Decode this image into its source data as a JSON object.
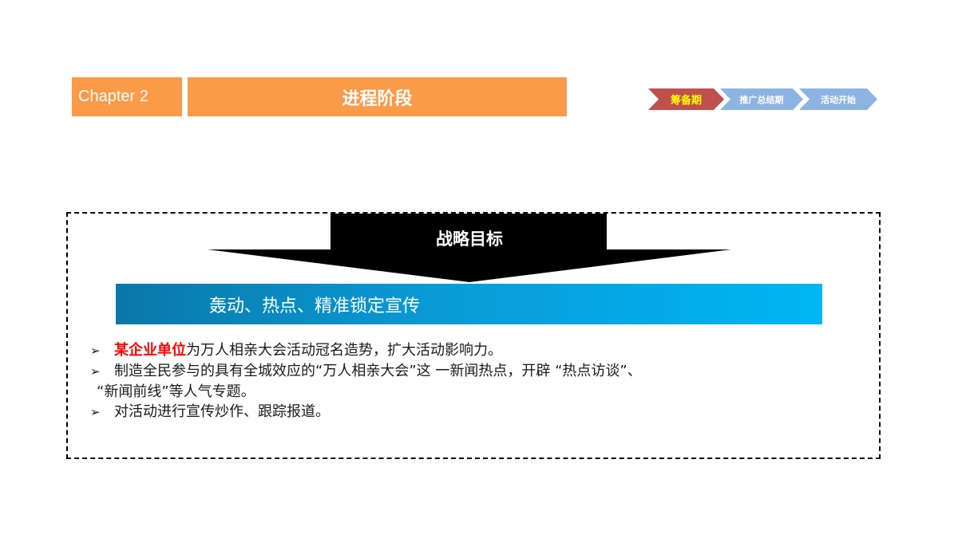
{
  "header": {
    "chapter_label": "Chapter 2",
    "title": "进程阶段",
    "colors": {
      "header_bg": "#fb9a48"
    }
  },
  "stepper": {
    "steps": [
      {
        "label": "筹备期",
        "state": "active",
        "color": "#c0504d"
      },
      {
        "label": "推广总结期",
        "state": "inactive",
        "color": "#8db3e2"
      },
      {
        "label": "活动开始",
        "state": "inactive",
        "color": "#8db3e2"
      }
    ]
  },
  "strategy": {
    "arrow_label": "战略目标",
    "banner_text": "轰动、热点、精准锁定宣传",
    "bullets": [
      {
        "marker": "➢",
        "highlight": "某企业单位",
        "text": "为万人相亲大会活动冠名造势，扩大活动影响力。"
      },
      {
        "marker": "➢",
        "highlight": "",
        "text": "制造全民参与的具有全城效应的“万人相亲大会”这 一新闻热点，开辟 “热点访谈”、",
        "continuation": "“新闻前线”等人气专题。"
      },
      {
        "marker": "➢",
        "highlight": "",
        "text": "对活动进行宣传炒作、跟踪报道。"
      }
    ]
  }
}
